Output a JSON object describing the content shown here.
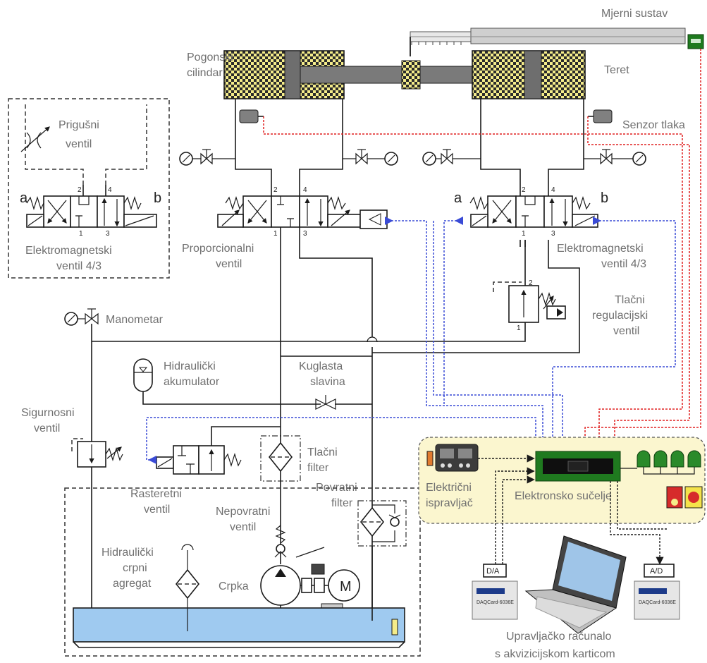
{
  "labels": {
    "measuring_system": "Mjerni sustav",
    "drive_cylinder": "Pogonski\ncilindar",
    "load": "Teret",
    "pressure_sensor": "Senzor tlaka",
    "throttle_valve": "Prigušni\nventil",
    "solenoid_valve_left": "Elektromagnetski\nventil 4/3",
    "proportional_valve": "Proporcionalni\nventil",
    "solenoid_valve_right": "Elektromagnetski\nventil 4/3",
    "pressure_control_valve": "Tlačni\nregulacijski\nventil",
    "manometer": "Manometar",
    "hydraulic_accumulator": "Hidraulički\nakumulator",
    "ball_valve": "Kuglasta\nslavina",
    "safety_valve": "Sigurnosni\nventil",
    "relief_valve": "Rasteretni\nventil",
    "pressure_filter": "Tlačni\nfilter",
    "check_valve": "Nepovratni\nventil",
    "return_filter": "Povratni\nfilter",
    "pump_unit": "Hidraulički\ncrpni\nagregat",
    "pump": "Crpka",
    "motor": "M",
    "rectifier": "Električni\nispravljač",
    "electronic_interface": "Elektronsko sučelje",
    "control_computer": "Upravljačko računalo\ns akvizicijskom karticom",
    "da": "D/A",
    "ad": "A/D",
    "side_a_left": "a",
    "side_b_left": "b",
    "side_a_right": "a",
    "side_b_right": "b",
    "daq_card_left": "DAQCard-6036E",
    "daq_card_right": "DAQCard-6036E"
  },
  "ports": {
    "p1": "1",
    "p2": "2",
    "p3": "3",
    "p4": "4"
  },
  "colors": {
    "oil_tank": "#9fcaf0",
    "interface_panel": "#fbf6cf",
    "wire_blue": "#3a4bd6",
    "wire_red": "#e02020",
    "board_green": "#1f7a1f"
  }
}
